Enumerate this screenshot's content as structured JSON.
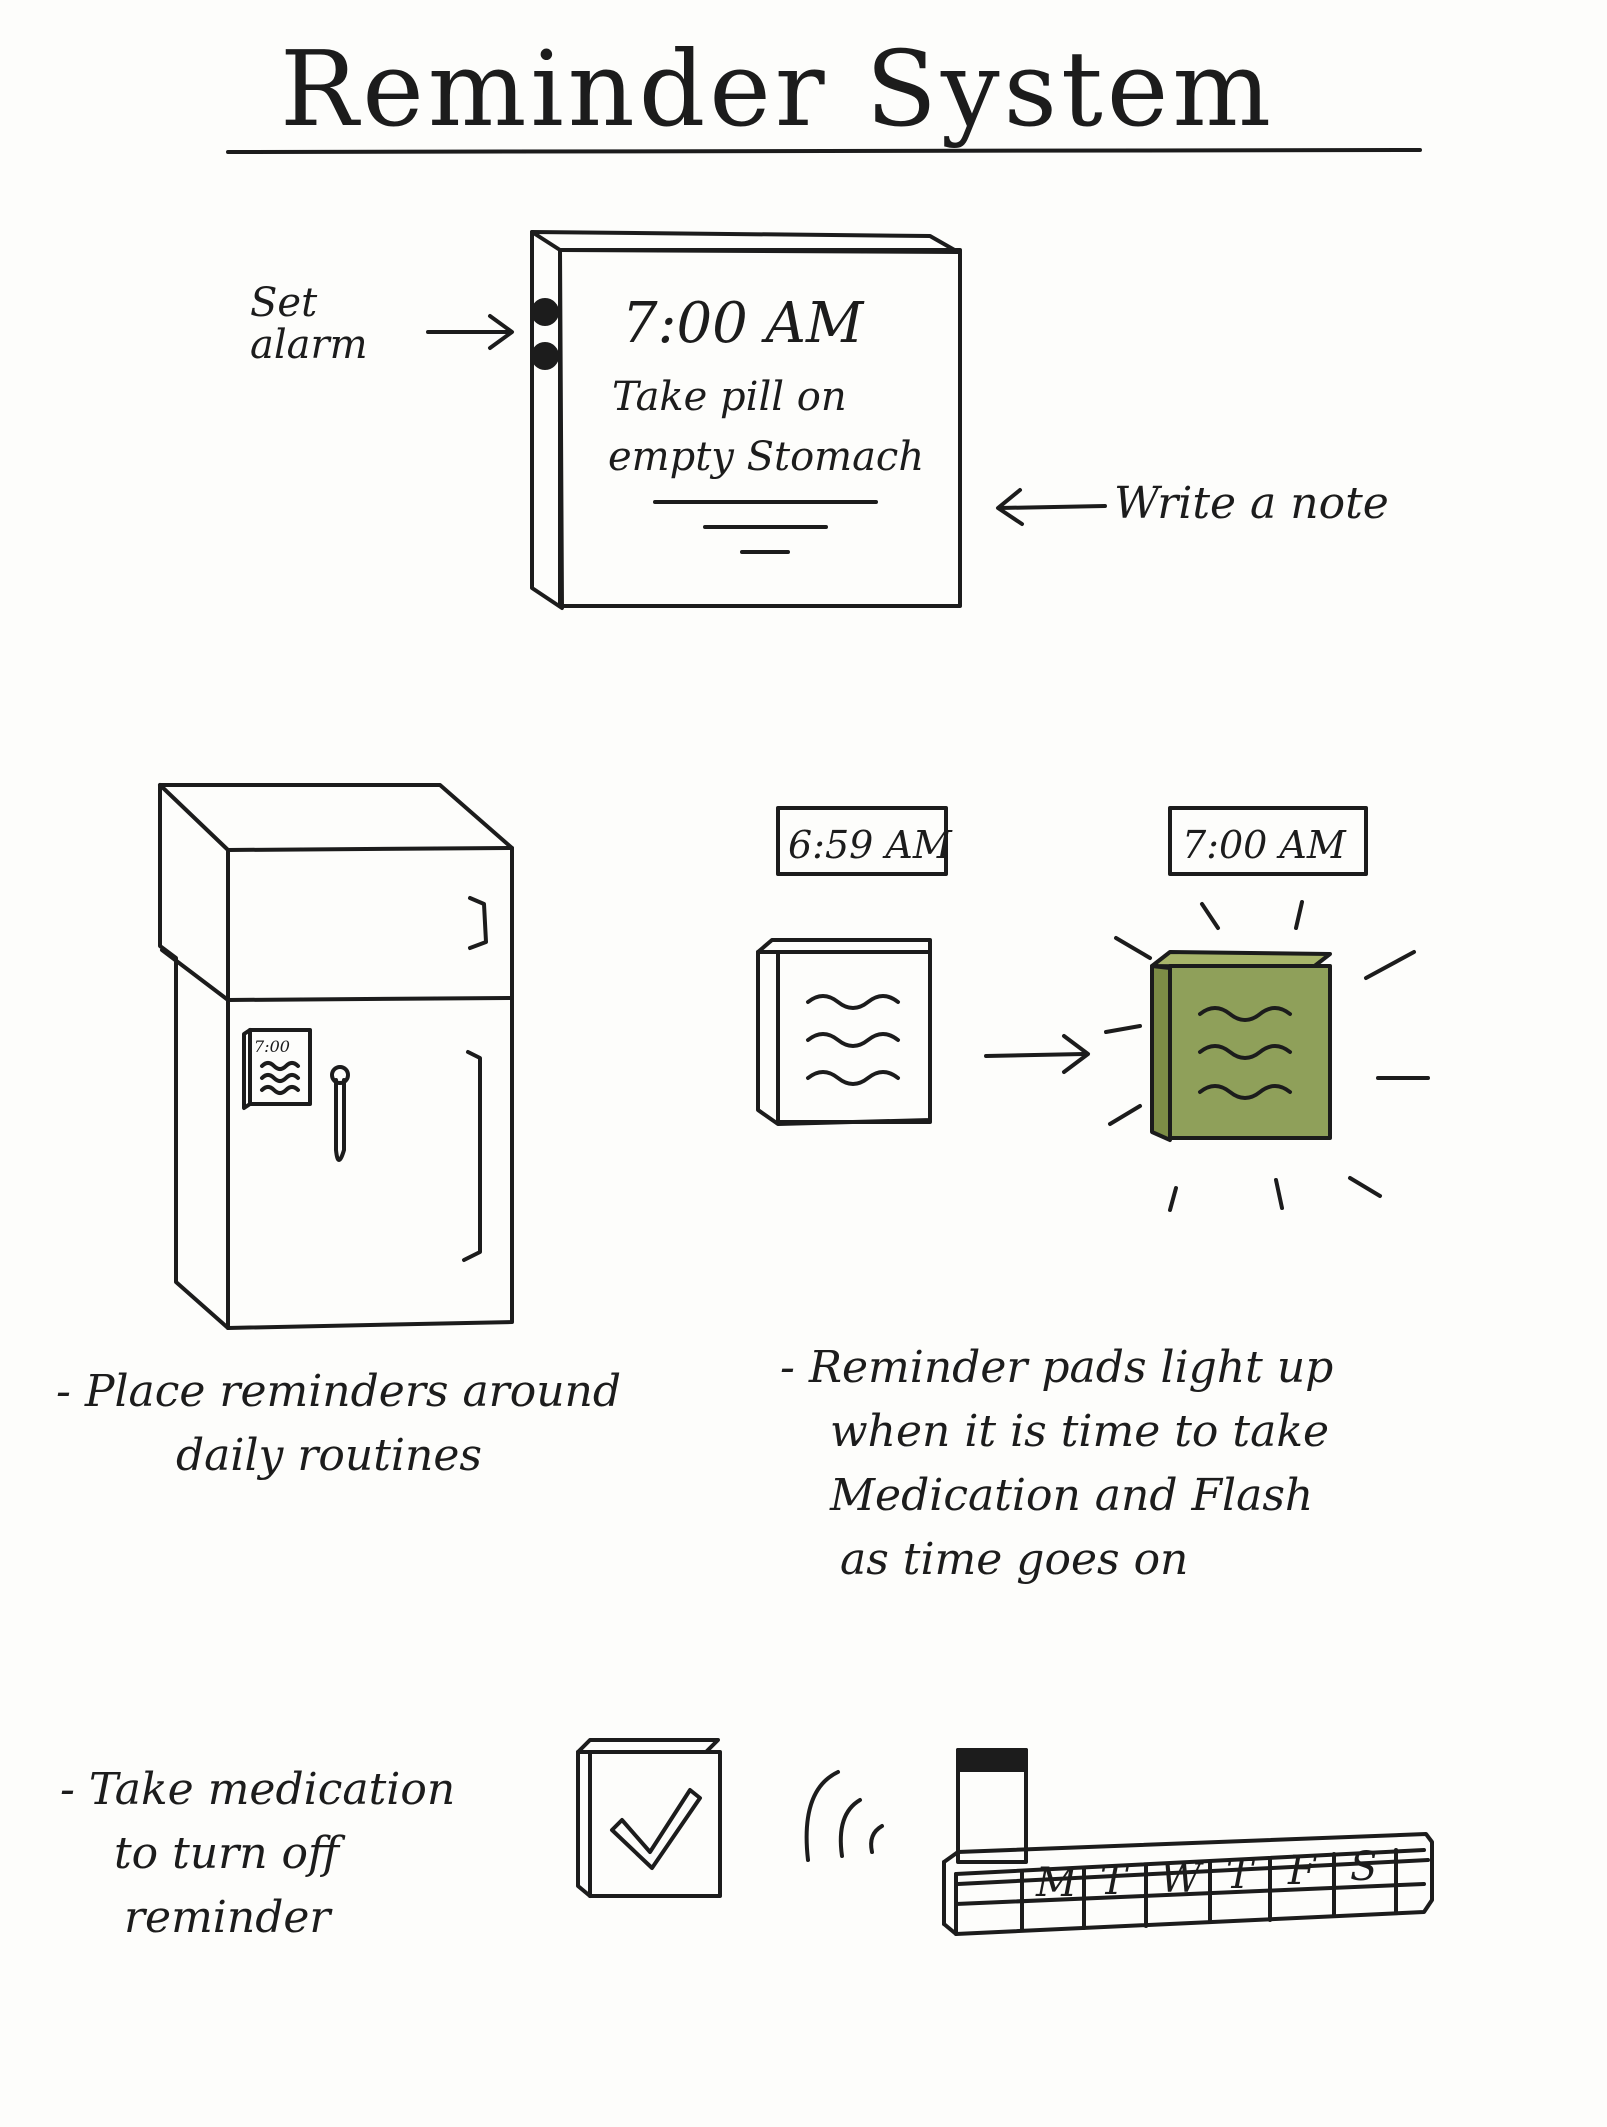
{
  "title": "Reminder System",
  "top_device": {
    "side_label_line1": "Set",
    "side_label_line2": "alarm",
    "screen_time": "7:00 AM",
    "screen_note_line1": "Take pill on",
    "screen_note_line2": "empty Stomach",
    "right_label": "Write a note"
  },
  "fridge_pad_time": "7:00",
  "pad_before_time": "6:59 AM",
  "pad_after_time": "7:00 AM",
  "bullets": {
    "routines": [
      "- Place reminders around",
      "daily routines"
    ],
    "light_up": [
      "- Reminder pads light up",
      "when it is time to take",
      "Medication and Flash",
      "as time goes on"
    ],
    "turn_off": [
      "- Take medication",
      "to turn off",
      "reminder"
    ]
  },
  "pillbox_days": [
    "M",
    "T",
    "W",
    "T",
    "F",
    "S"
  ],
  "colors": {
    "ink": "#1c1c1c",
    "lit_pad": "#8fa05a",
    "paper": "#fdfdfb"
  }
}
